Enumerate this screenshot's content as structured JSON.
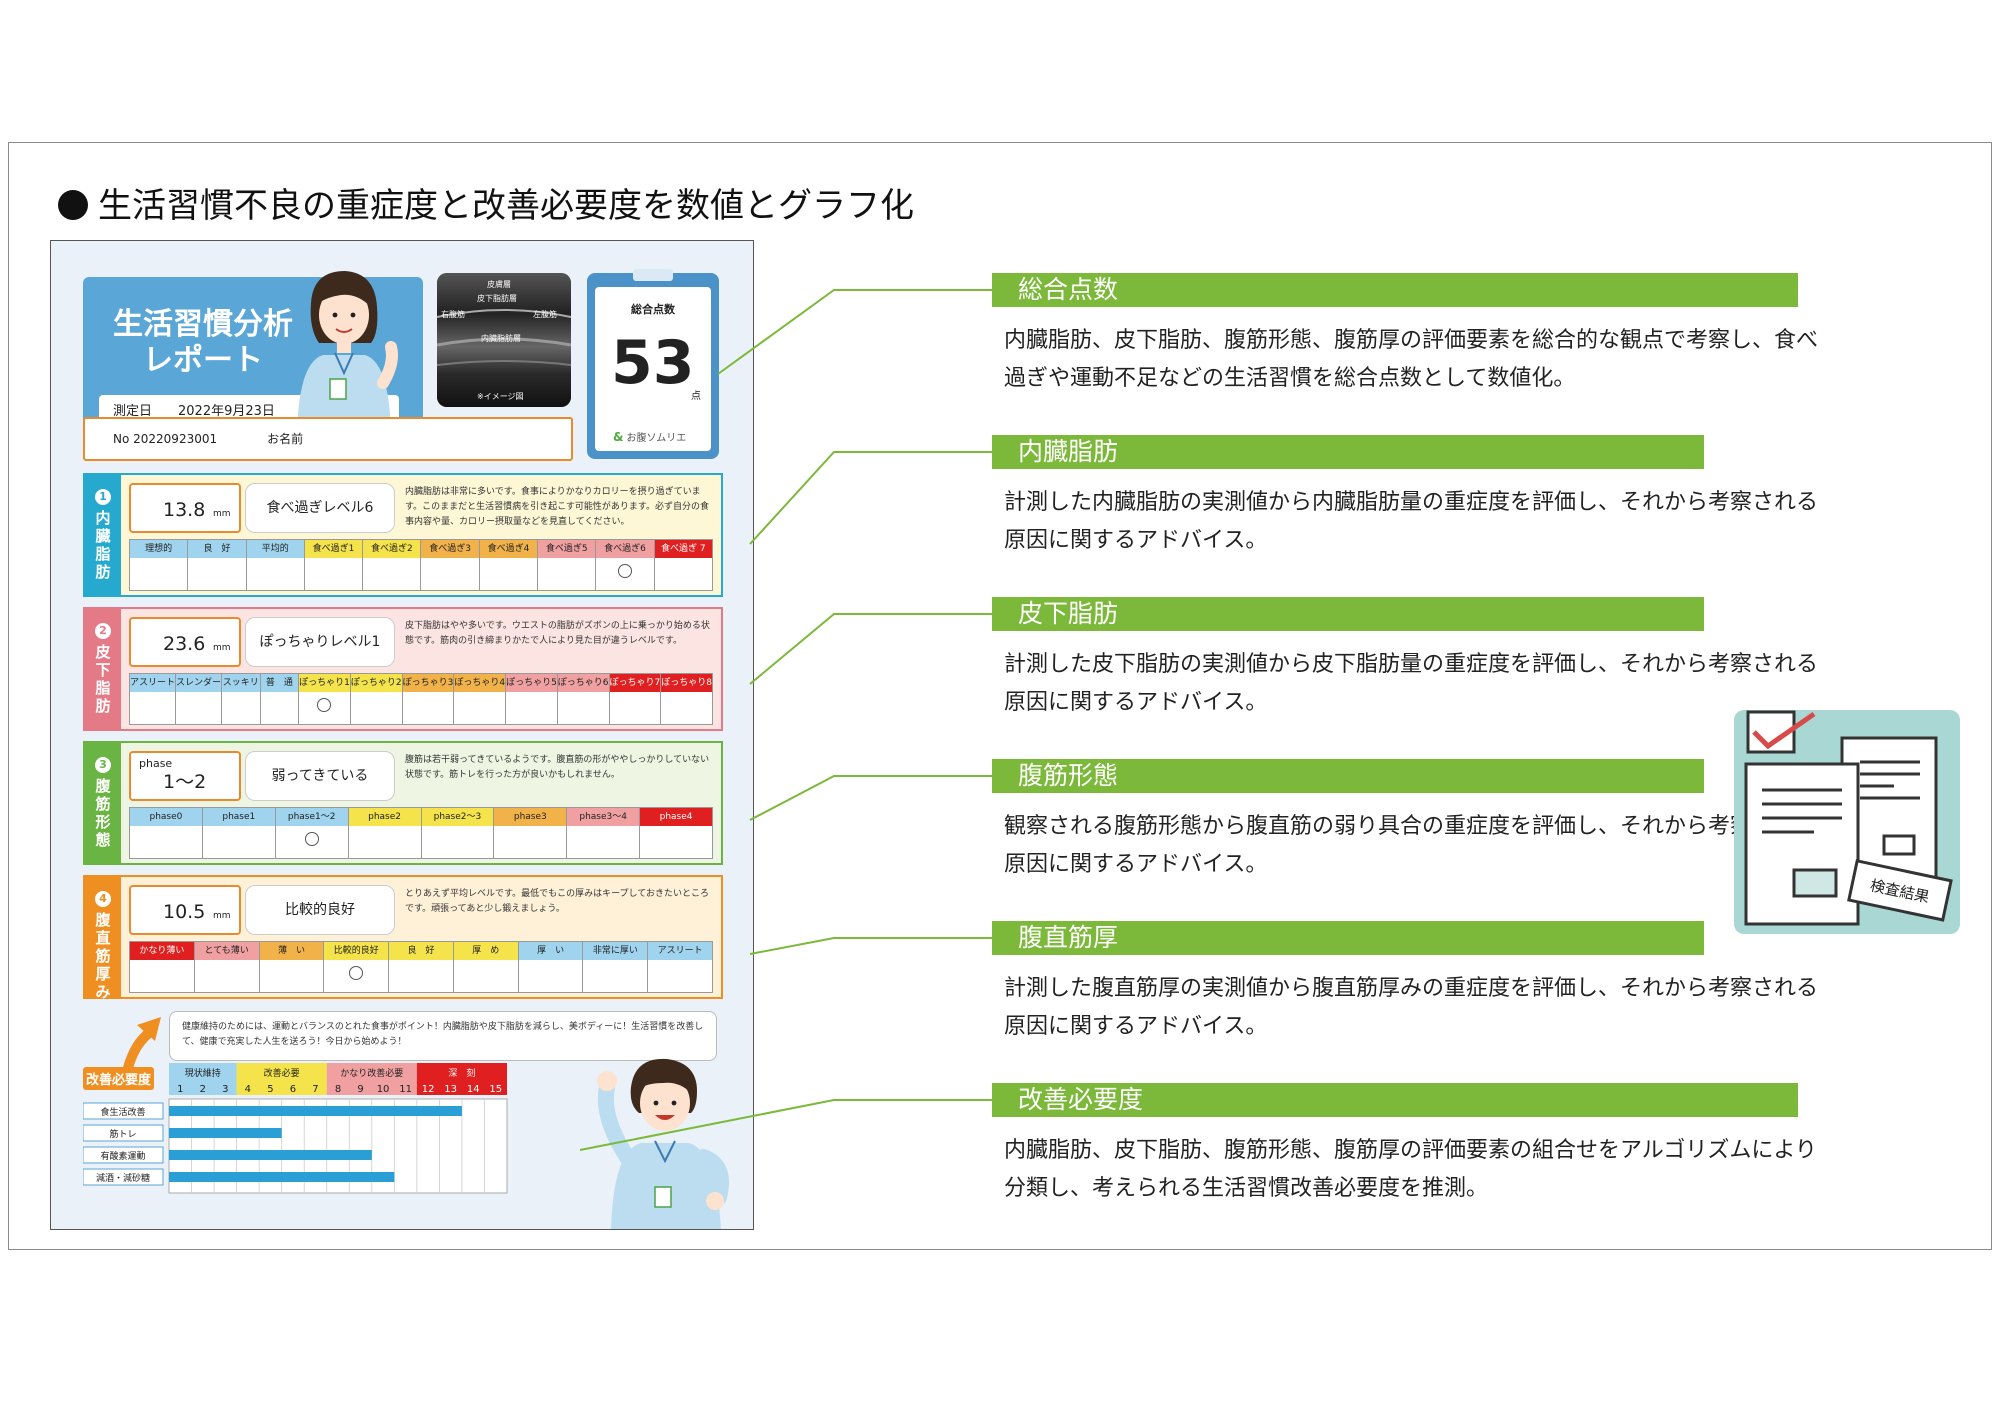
{
  "heading": "生活習慣不良の重症度と改善必要度を数値とグラフ化",
  "report": {
    "title": "生活習慣分析\nレポート",
    "date_label": "測定日",
    "date_value": "2022年9月23日",
    "echo_labels": {
      "skin": "皮膚層",
      "subcutaneous": "皮下脂肪層",
      "right_abs": "右腹筋",
      "left_abs": "左腹筋",
      "visceral": "内臓脂肪層",
      "note": "※イメージ図"
    },
    "score": {
      "label": "総合点数",
      "value": "53",
      "unit": "点",
      "brand": "お腹ソムリエ",
      "brand_logo": "&"
    },
    "id_label": "No 20220923001",
    "name_label": "お名前",
    "sections": [
      {
        "num": "1",
        "title": "内\n臓\n脂\n肪",
        "value": "13.8",
        "unit": "mm",
        "tag": "",
        "judge": "食べ過ぎレベル6",
        "comment": "内臓脂肪は非常に多いです。食事によりかなりカロリーを摂り過ぎています。このままだと生活習慣病を引き起こす可能性があります。必ず自分の食事内容や量、カロリー摂取量などを見直してください。",
        "scale": [
          {
            "label": "理想的",
            "color": "#9fd3ee",
            "text": "#222"
          },
          {
            "label": "良　好",
            "color": "#9fd3ee",
            "text": "#222"
          },
          {
            "label": "平均的",
            "color": "#9fd3ee",
            "text": "#222"
          },
          {
            "label": "食べ過ぎ1",
            "color": "#f4e34a",
            "text": "#222"
          },
          {
            "label": "食べ過ぎ2",
            "color": "#f4e34a",
            "text": "#222"
          },
          {
            "label": "食べ過ぎ3",
            "color": "#f2b24a",
            "text": "#222"
          },
          {
            "label": "食べ過ぎ4",
            "color": "#f2b24a",
            "text": "#222"
          },
          {
            "label": "食べ過ぎ5",
            "color": "#f0a0a0",
            "text": "#222"
          },
          {
            "label": "食べ過ぎ6",
            "color": "#f0a0a0",
            "text": "#222"
          },
          {
            "label": "食べ過ぎ 7",
            "color": "#e02020",
            "text": "#ffffff"
          }
        ],
        "marked": 8
      },
      {
        "num": "2",
        "title": "皮\n下\n脂\n肪",
        "value": "23.6",
        "unit": "mm",
        "tag": "",
        "judge": "ぽっちゃりレベル1",
        "comment": "皮下脂肪はやや多いです。ウエストの脂肪がズボンの上に乗っかり始める状態です。筋肉の引き締まりかたで人により見た目が違うレベルです。",
        "scale": [
          {
            "label": "アスリート",
            "color": "#9fd3ee",
            "text": "#222"
          },
          {
            "label": "スレンダー",
            "color": "#9fd3ee",
            "text": "#222"
          },
          {
            "label": "スッキリ",
            "color": "#9fd3ee",
            "text": "#222"
          },
          {
            "label": "普　通",
            "color": "#9fd3ee",
            "text": "#222"
          },
          {
            "label": "ぽっちゃり1",
            "color": "#f4e34a",
            "text": "#222"
          },
          {
            "label": "ぽっちゃり2",
            "color": "#f4e34a",
            "text": "#222"
          },
          {
            "label": "ぽっちゃり3",
            "color": "#f2b24a",
            "text": "#222"
          },
          {
            "label": "ぽっちゃり4",
            "color": "#f2b24a",
            "text": "#222"
          },
          {
            "label": "ぽっちゃり5",
            "color": "#f0a0a0",
            "text": "#222"
          },
          {
            "label": "ぽっちゃり6",
            "color": "#f0a0a0",
            "text": "#222"
          },
          {
            "label": "ぽっちゃり7",
            "color": "#e02020",
            "text": "#ffffff"
          },
          {
            "label": "ぽっちゃり8",
            "color": "#e02020",
            "text": "#ffffff"
          }
        ],
        "marked": 4
      },
      {
        "num": "3",
        "title": "腹\n筋\n形\n態",
        "value": "1〜2",
        "unit": "",
        "tag": "phase",
        "judge": "弱ってきている",
        "comment": "腹筋は若干弱ってきているようです。腹直筋の形がややしっかりしていない状態です。筋トレを行った方が良いかもしれません。",
        "scale": [
          {
            "label": "phase0",
            "color": "#9fd3ee",
            "text": "#222"
          },
          {
            "label": "phase1",
            "color": "#9fd3ee",
            "text": "#222"
          },
          {
            "label": "phase1〜2",
            "color": "#9fd3ee",
            "text": "#222"
          },
          {
            "label": "phase2",
            "color": "#f4e34a",
            "text": "#222"
          },
          {
            "label": "phase2〜3",
            "color": "#f4e34a",
            "text": "#222"
          },
          {
            "label": "phase3",
            "color": "#f2b24a",
            "text": "#222"
          },
          {
            "label": "phase3〜4",
            "color": "#f0a0a0",
            "text": "#222"
          },
          {
            "label": "phase4",
            "color": "#e02020",
            "text": "#ffffff"
          }
        ],
        "marked": 2
      },
      {
        "num": "4",
        "title": "腹\n直\n筋\n厚\nみ",
        "value": "10.5",
        "unit": "mm",
        "tag": "",
        "judge": "比較的良好",
        "comment": "とりあえず平均レベルです。最低でもこの厚みはキープしておきたいところです。頑張ってあと少し鍛えましょう。",
        "scale": [
          {
            "label": "かなり薄い",
            "color": "#e02020",
            "text": "#ffffff"
          },
          {
            "label": "とても薄い",
            "color": "#f0a0a0",
            "text": "#222"
          },
          {
            "label": "薄　い",
            "color": "#f2b24a",
            "text": "#222"
          },
          {
            "label": "比較的良好",
            "color": "#f4e34a",
            "text": "#222"
          },
          {
            "label": "良　好",
            "color": "#f4e34a",
            "text": "#222"
          },
          {
            "label": "厚　め",
            "color": "#f4e34a",
            "text": "#222"
          },
          {
            "label": "厚　い",
            "color": "#9fd3ee",
            "text": "#222"
          },
          {
            "label": "非常に厚い",
            "color": "#9fd3ee",
            "text": "#222"
          },
          {
            "label": "アスリート",
            "color": "#9fd3ee",
            "text": "#222"
          }
        ],
        "marked": 3
      }
    ],
    "advice": "健康維持のためには、運動とバランスのとれた食事がポイント！内臓脂肪や皮下脂肪を減らし、美ボディーに！生活習慣を改善して、健康で充実した人生を送ろう！今日から始めよう！",
    "need_label": "改善必要度",
    "chart_data": {
      "type": "bar",
      "orientation": "horizontal",
      "xlim": [
        0,
        15
      ],
      "x_ticks": [
        "1",
        "2",
        "3",
        "4",
        "5",
        "6",
        "7",
        "8",
        "9",
        "10",
        "11",
        "12",
        "13",
        "14",
        "15"
      ],
      "bands": [
        {
          "label": "現状維持",
          "from": 0,
          "to": 3,
          "color": "#9fd3ee"
        },
        {
          "label": "改善必要",
          "from": 3,
          "to": 7,
          "color": "#f4e34a"
        },
        {
          "label": "かなり改善必要",
          "from": 7,
          "to": 11,
          "color": "#f0a0a0"
        },
        {
          "label": "深　刻",
          "from": 11,
          "to": 15,
          "color": "#e02020"
        }
      ],
      "categories": [
        "食生活改善",
        "筋トレ",
        "有酸素運動",
        "減酒・減砂糖"
      ],
      "values": [
        13,
        5,
        9,
        10
      ],
      "bar_color": "#2a9fd6"
    }
  },
  "info": [
    {
      "title": "総合点数",
      "body": "内臓脂肪、皮下脂肪、腹筋形態、腹筋厚の評価要素を総合的な観点で考察し、食べ過ぎや運動不足などの生活習慣を総合点数として数値化。"
    },
    {
      "title": "内臓脂肪",
      "body": "計測した内臓脂肪の実測値から内臓脂肪量の重症度を評価し、それから考察される原因に関するアドバイス。"
    },
    {
      "title": "皮下脂肪",
      "body": "計測した皮下脂肪の実測値から皮下脂肪量の重症度を評価し、それから考察される原因に関するアドバイス。"
    },
    {
      "title": "腹筋形態",
      "body": "観察される腹筋形態から腹直筋の弱り具合の重症度を評価し、それから考察される原因に関するアドバイス。"
    },
    {
      "title": "腹直筋厚",
      "body": "計測した腹直筋厚の実測値から腹直筋厚みの重症度を評価し、それから考察される原因に関するアドバイス。"
    },
    {
      "title": "改善必要度",
      "body": "内臓脂肪、皮下脂肪、腹筋形態、腹筋厚の評価要素の組合せをアルゴリズムにより分類し、考えられる生活習慣改善必要度を推測。"
    }
  ],
  "doc_icon_label": "検査結果",
  "colors": {
    "accent_green": "#7cb83a",
    "accent_orange": "#e98a2e",
    "accent_blue": "#5aa6d6"
  }
}
